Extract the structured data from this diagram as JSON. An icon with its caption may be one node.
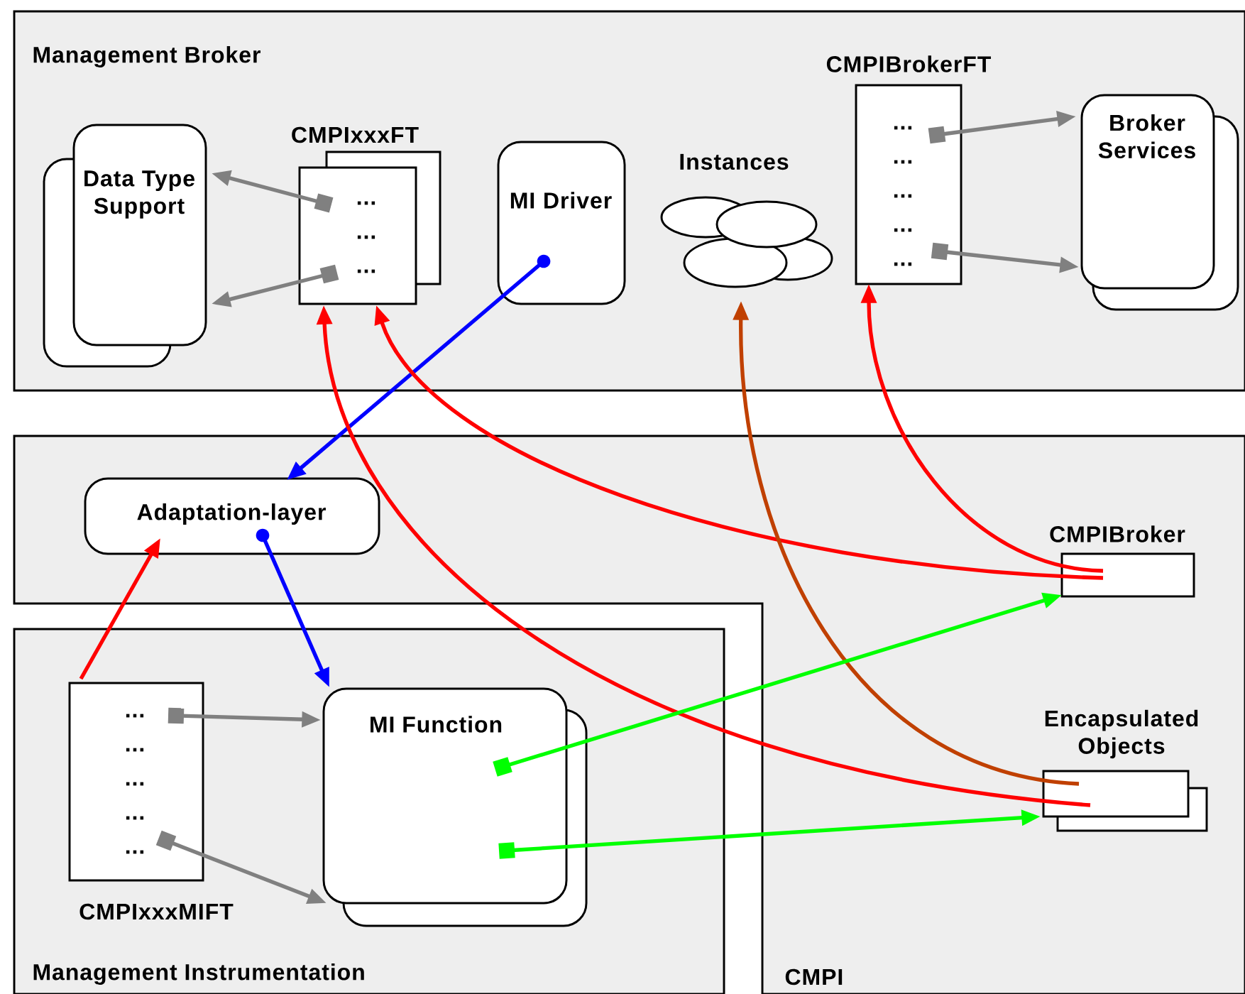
{
  "diagram": {
    "nodes": [
      {
        "text": [
          "Management Broker"
        ]
      },
      {
        "text": [
          "Data Type Support"
        ],
        "in": 0
      },
      {
        "text": [
          "CMPIxxxFT",
          "...",
          "...",
          "..."
        ],
        "in": 0
      },
      {
        "text": [
          "MI Driver"
        ],
        "in": 0
      },
      {
        "text": [
          "Instances"
        ],
        "in": 0
      },
      {
        "text": [
          "CMPIBrokerFT",
          "...",
          "...",
          "...",
          "...",
          "..."
        ],
        "in": 0
      },
      {
        "text": [
          "Broker Services"
        ],
        "in": 0
      },
      {
        "text": [
          "CMPI"
        ]
      },
      {
        "text": [
          "Adaptation-layer"
        ],
        "in": 7
      },
      {
        "text": [
          "CMPIBroker"
        ],
        "in": 7
      },
      {
        "text": [
          "Encapsulated Objects"
        ],
        "in": 7
      },
      {
        "text": [
          "Management Instrumentation"
        ]
      },
      {
        "text": [
          "...",
          "...",
          "...",
          "...",
          "...",
          "CMPIxxxMIFT"
        ],
        "in": 11
      },
      {
        "text": [
          "MI Function"
        ],
        "in": 11
      }
    ],
    "edges": [
      {
        "from": 2,
        "to": 1,
        "arrow": "to"
      },
      {
        "from": 2,
        "to": 1,
        "arrow": "to"
      },
      {
        "from": 3,
        "to": 8,
        "arrow": "to",
        "color": "#0000ff"
      },
      {
        "from": 9,
        "to": 2,
        "arrow": "to",
        "color": "#ff0000"
      },
      {
        "from": 10,
        "to": 2,
        "arrow": "to",
        "color": "#ff0000"
      },
      {
        "from": 10,
        "to": 4,
        "arrow": "to",
        "color": "#c04000"
      },
      {
        "from": 9,
        "to": 5,
        "arrow": "to",
        "color": "#ff0000"
      },
      {
        "from": 5,
        "to": 6,
        "arrow": "to"
      },
      {
        "from": 5,
        "to": 6,
        "arrow": "to"
      },
      {
        "from": 8,
        "to": 13,
        "arrow": "to",
        "color": "#0000ff"
      },
      {
        "from": 12,
        "to": 8,
        "arrow": "to",
        "color": "#ff0000"
      },
      {
        "from": 12,
        "to": 13,
        "arrow": "to"
      },
      {
        "from": 12,
        "to": 13,
        "arrow": "to"
      },
      {
        "from": 13,
        "to": 9,
        "arrow": "to",
        "color": "#00ff00"
      },
      {
        "from": 13,
        "to": 10,
        "arrow": "to",
        "color": "#00ff00"
      }
    ]
  }
}
